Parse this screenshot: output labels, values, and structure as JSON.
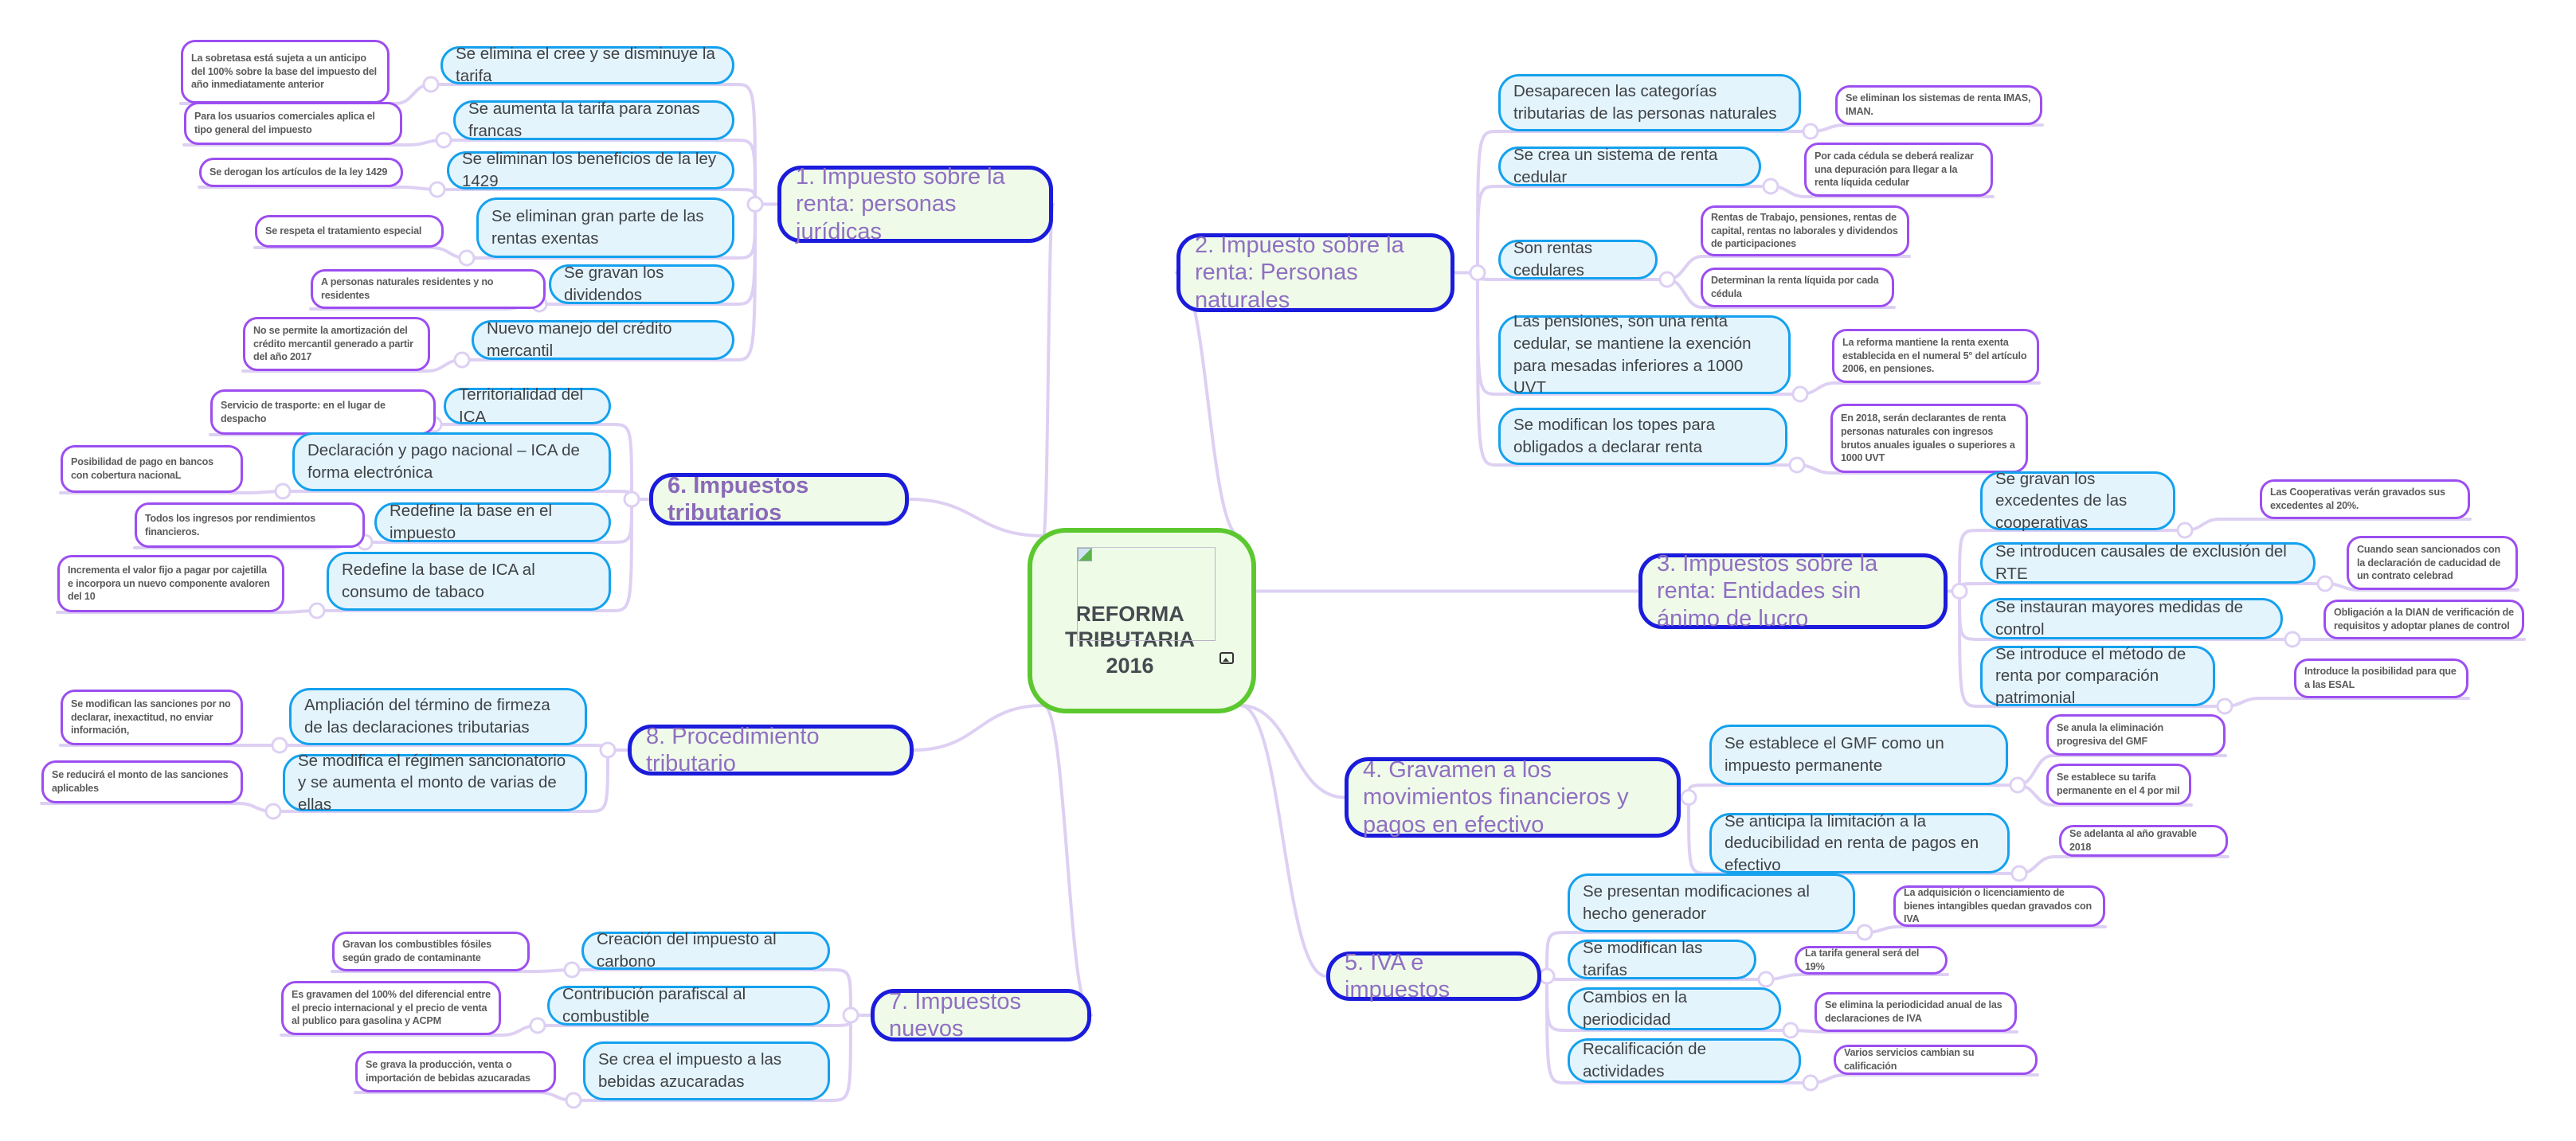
{
  "central": {
    "title": "REFORMA TRIBUTARIA 2016",
    "image_icon": "image-icon"
  },
  "colors": {
    "central_border": "#5cc82f",
    "branch_border": "#1b1bdc",
    "sub_border": "#14a1ee",
    "note_border": "#9c4ef0",
    "link": "#ddd0f3"
  },
  "branches": [
    {
      "title": "1. Impuesto sobre la renta: personas jurídicas",
      "subs": [
        {
          "text": "Se elimina el cree y se disminuye la tarifa",
          "notes": [
            "La sobretasa está sujeta a un anticipo del 100% sobre la base del impuesto del año inmediatamente anterior"
          ]
        },
        {
          "text": "Se aumenta la tarifa para zonas francas",
          "notes": [
            "Para los usuarios comerciales aplica el tipo general del impuesto"
          ]
        },
        {
          "text": "Se eliminan los beneficios de la ley 1429",
          "notes": [
            "Se derogan los artículos de la ley 1429"
          ]
        },
        {
          "text": "Se eliminan gran parte de las rentas exentas",
          "notes": [
            "Se respeta el tratamiento especial"
          ]
        },
        {
          "text": "Se gravan los dividendos",
          "notes": [
            "A personas naturales residentes y no residentes"
          ]
        },
        {
          "text": "Nuevo manejo del crédito mercantil",
          "notes": [
            "No se permite la amortización del crédito mercantil generado a partir del año 2017"
          ]
        }
      ]
    },
    {
      "title": "2. Impuesto sobre la renta: Personas naturales",
      "subs": [
        {
          "text": "Desaparecen las categorías tributarias de las personas naturales",
          "notes": [
            "Se eliminan los sistemas de renta IMAS, IMAN."
          ]
        },
        {
          "text": "Se crea un sistema de renta cedular",
          "notes": [
            "Por cada cédula se deberá realizar una depuración para llegar a la renta líquida cedular"
          ]
        },
        {
          "text": "Son rentas cedulares",
          "notes": [
            "Rentas de Trabajo, pensiones, rentas de capital, rentas no laborales y dividendos de participaciones",
            "Determinan la renta líquida por cada cédula"
          ]
        },
        {
          "text": "Las pensiones, son una renta cedular, se mantiene la exención para mesadas inferiores a 1000 UVT",
          "notes": [
            "La reforma mantiene la renta exenta establecida en el numeral 5° del artículo 2006, en pensiones."
          ]
        },
        {
          "text": "Se modifican los topes para obligados a declarar renta",
          "notes": [
            "En 2018, serán declarantes de renta personas naturales con ingresos brutos anuales iguales o superiores a 1000 UVT"
          ]
        }
      ]
    },
    {
      "title": "3. Impuestos sobre la renta: Entidades sin ánimo de lucro",
      "subs": [
        {
          "text": "Se gravan los excedentes de las cooperativas",
          "notes": [
            "Las Cooperativas verán gravados sus excedentes al 20%."
          ]
        },
        {
          "text": "Se introducen causales de exclusión del RTE",
          "notes": [
            "Cuando sean sancionados con la declaración de caducidad de un contrato celebrad"
          ]
        },
        {
          "text": "Se instauran mayores medidas de control",
          "notes": [
            "Obligación a la DIAN de verificación de requisitos y adoptar planes de control"
          ]
        },
        {
          "text": "Se introduce el método de renta por comparación patrimonial",
          "notes": [
            "Introduce la posibilidad para que a las ESAL"
          ]
        }
      ]
    },
    {
      "title": "4. Gravamen a los movimientos financieros y pagos en efectivo",
      "subs": [
        {
          "text": "Se establece el GMF como un impuesto permanente",
          "notes": [
            "Se anula la eliminación progresiva del GMF",
            "Se establece su tarifa permanente en el 4 por mil"
          ]
        },
        {
          "text": "Se anticipa la limitación a la deducibilidad en renta de pagos en efectivo",
          "notes": [
            "Se adelanta al año gravable 2018"
          ]
        }
      ]
    },
    {
      "title": "5. IVA e impuestos",
      "subs": [
        {
          "text": "Se presentan modificaciones al hecho generador",
          "notes": [
            "La adquisición o licenciamiento de bienes intangibles quedan gravados con IVA"
          ]
        },
        {
          "text": "Se modifican las tarifas",
          "notes": [
            "La tarifa general será del 19%"
          ]
        },
        {
          "text": "Cambios en la periodicidad",
          "notes": [
            "Se elimina la periodicidad anual de las declaraciones de IVA"
          ]
        },
        {
          "text": "Recalificación de actividades",
          "notes": [
            "Varios servicios cambian su calificación"
          ]
        }
      ]
    },
    {
      "title": "6. Impuestos tributarios",
      "subs": [
        {
          "text": "Territorialidad del ICA",
          "notes": [
            "Servicio de trasporte: en el lugar de despacho"
          ]
        },
        {
          "text": "Declaración y pago nacional – ICA de forma electrónica",
          "notes": [
            "Posibilidad de pago en bancos con cobertura nacionaL"
          ]
        },
        {
          "text": "Redefine la base en el impuesto",
          "notes": [
            "Todos los ingresos por rendimientos financieros."
          ]
        },
        {
          "text": "Redefine la base de ICA al consumo de tabaco",
          "notes": [
            "Incrementa el valor fijo a pagar por cajetilla e incorpora un nuevo componente avaloren del 10"
          ]
        }
      ]
    },
    {
      "title": "7. Impuestos nuevos",
      "subs": [
        {
          "text": "Creación del impuesto al carbono",
          "notes": [
            "Gravan los combustibles fósiles según grado de contaminante"
          ]
        },
        {
          "text": "Contribución parafiscal al combustible",
          "notes": [
            "Es gravamen del 100% del diferencial entre el precio internacional y el precio de venta al publico para gasolina y ACPM"
          ]
        },
        {
          "text": "Se crea el impuesto a las bebidas azucaradas",
          "notes": [
            "Se grava la producción, venta o importación de bebidas azucaradas"
          ]
        }
      ]
    },
    {
      "title": "8. Procedimiento tributario",
      "subs": [
        {
          "text": "Ampliación del término de firmeza de las declaraciones tributarias",
          "notes": [
            "Se modifican las sanciones por no declarar, inexactitud, no enviar información,"
          ]
        },
        {
          "text": "Se modifica el régimen sancionatorio y se aumenta el monto de varias de ellas",
          "notes": [
            "Se reducirá el monto de las sanciones aplicables"
          ]
        }
      ]
    }
  ]
}
